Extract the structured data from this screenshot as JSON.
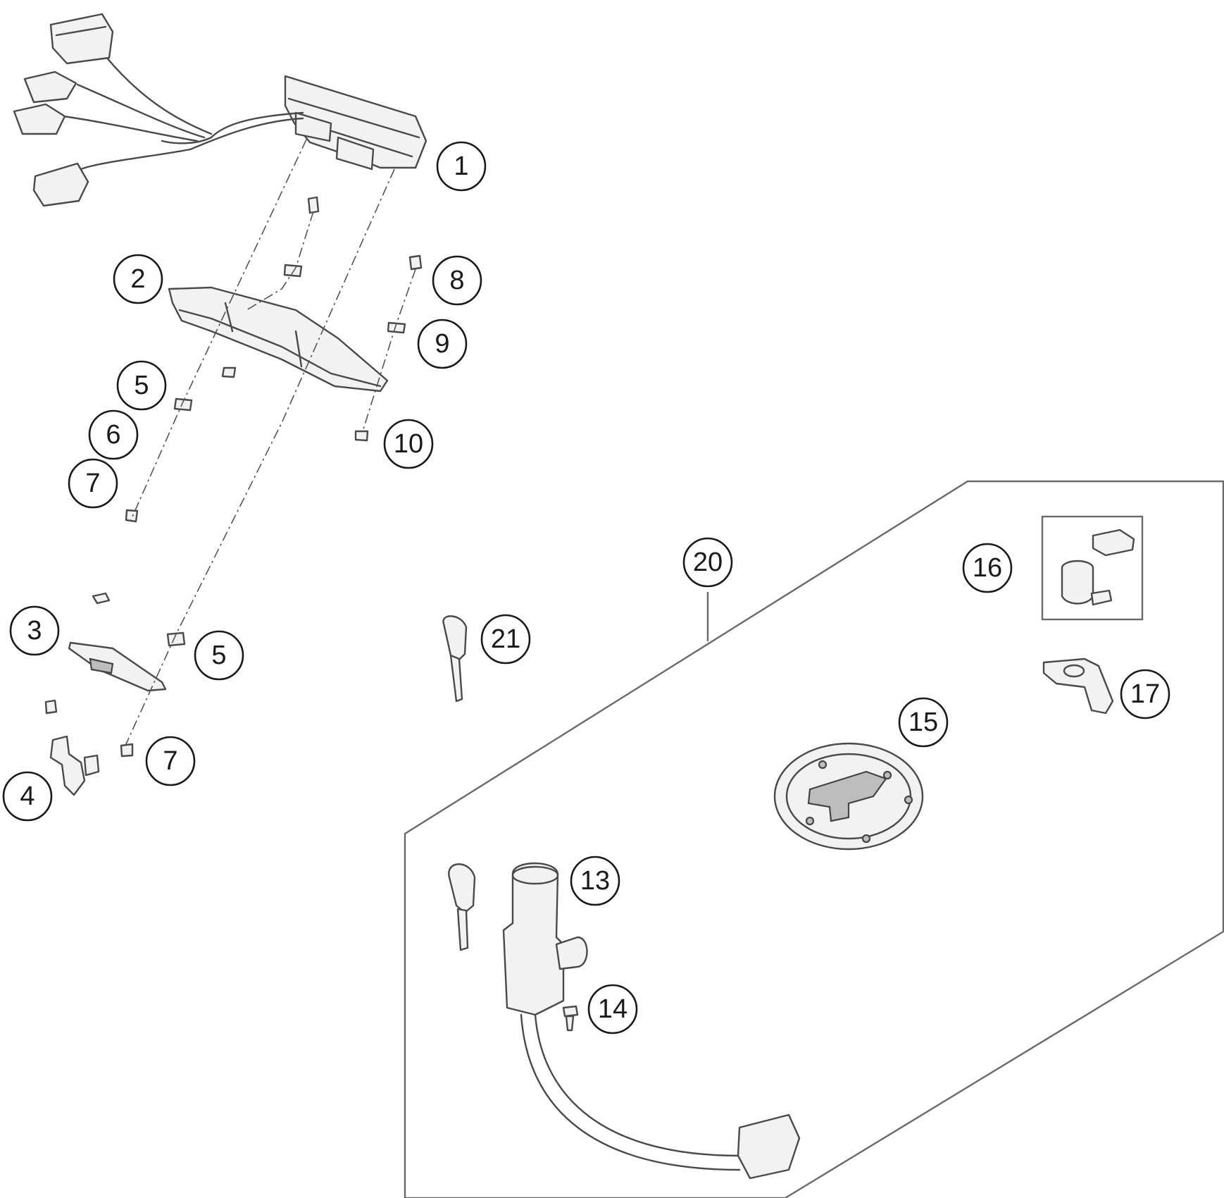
{
  "callouts": {
    "c1": "1",
    "c2": "2",
    "c3": "3",
    "c4": "4",
    "c5a": "5",
    "c5b": "5",
    "c6": "6",
    "c7a": "7",
    "c7b": "7",
    "c8": "8",
    "c9": "9",
    "c10": "10",
    "c13": "13",
    "c14": "14",
    "c15": "15",
    "c16": "16",
    "c17": "17",
    "c20": "20",
    "c21": "21"
  }
}
